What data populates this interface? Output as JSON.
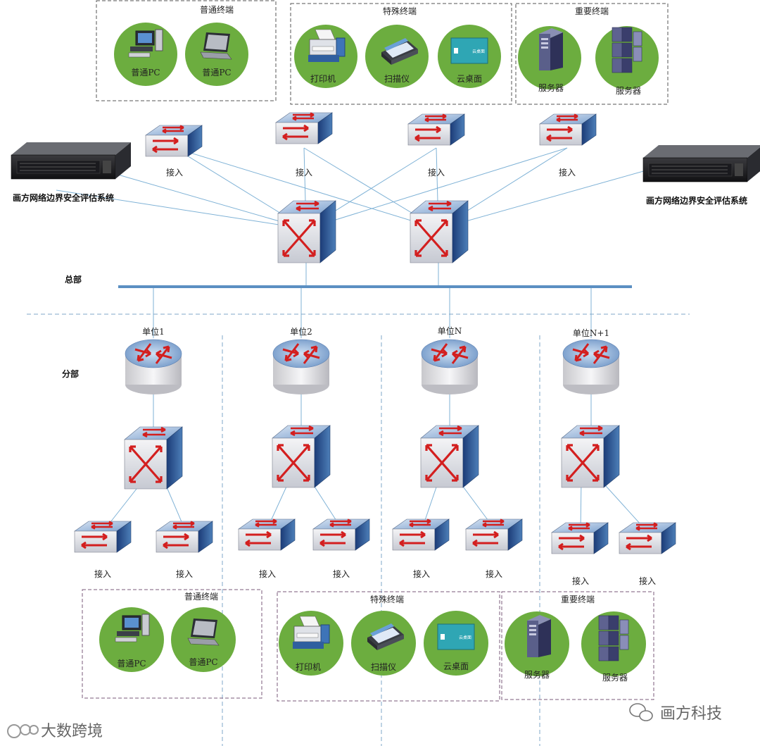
{
  "hq_label": "总部",
  "branch_label": "分部",
  "top_groups": {
    "normal": {
      "title": "普通终端",
      "items": [
        "普通PC",
        "普通PC"
      ]
    },
    "special": {
      "title": "特殊终端",
      "items": [
        "打印机",
        "扫描仪",
        "云桌面"
      ]
    },
    "important": {
      "title": "重要终端",
      "items": [
        "服务器",
        "服务器"
      ]
    }
  },
  "bottom_groups": {
    "normal": {
      "title": "普通终端",
      "items": [
        "普通PC",
        "普通PC"
      ]
    },
    "special": {
      "title": "特殊终端",
      "items": [
        "打印机",
        "扫描仪",
        "云桌面"
      ]
    },
    "important": {
      "title": "重要终端",
      "items": [
        "服务器",
        "服务器"
      ]
    }
  },
  "access_label": "接入",
  "eval_system": "画方网络边界安全评估系统",
  "units": [
    "单位1",
    "单位2",
    "单位N",
    "单位N+1"
  ],
  "cloud_screen_text": "云桌面",
  "watermarks": {
    "left": "大数跨境",
    "right": "画方科技"
  },
  "colors": {
    "circle": "#6cad3f",
    "link": "#7fb2d6",
    "backbone": "#5b8fc2",
    "arrow": "#d31f1f"
  }
}
